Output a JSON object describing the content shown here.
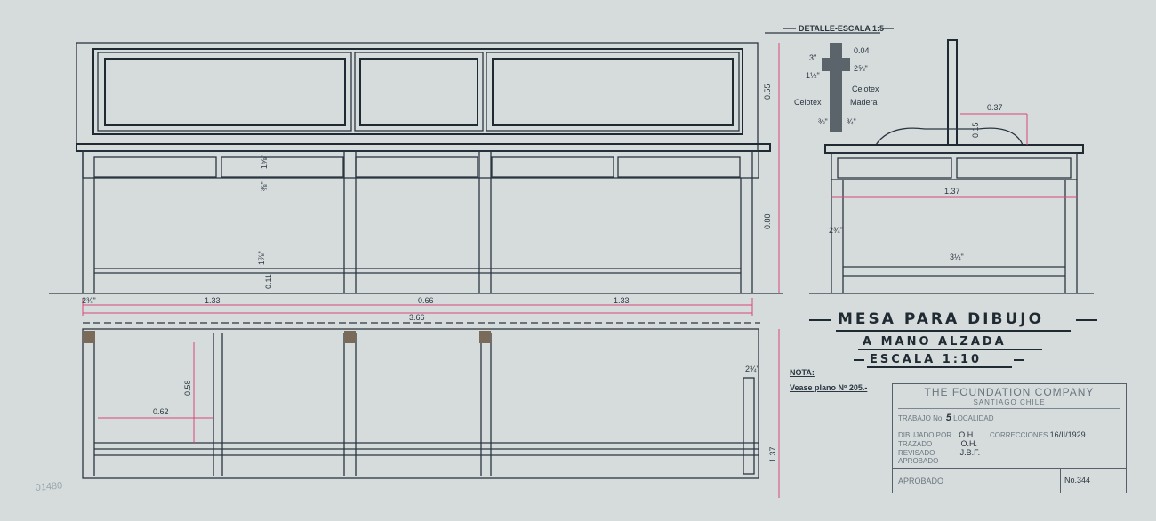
{
  "title": {
    "line1": "MESA PARA DIBUJO",
    "line2": "A MANO ALZADA",
    "line3": "ESCALA 1:10"
  },
  "detail": {
    "heading": "DETALLE-ESCALA 1:5",
    "labels": [
      "Celotex",
      "Celotex",
      "Madera"
    ],
    "dims": [
      "3\"",
      "1½\"",
      "0.04",
      "2⅝\"",
      "⅜\"",
      "¾\""
    ]
  },
  "note": {
    "label": "NOTA:",
    "text": "Vease plano Nº 205.-"
  },
  "title_block": {
    "company": "THE FOUNDATION COMPANY",
    "city": "SANTIAGO CHILE",
    "trabajo_label": "TRABAJO No.",
    "trabajo_value": "5",
    "localidad_label": "LOCALIDAD",
    "dibujado_label": "DIBUJADO POR",
    "dibujado_value": "O.H.",
    "correcciones_label": "CORRECCIONES",
    "correcciones_value": "16/II/1929",
    "trazado_label": "TRAZADO",
    "trazado_value": "O.H.",
    "revisado_label": "REVISADO",
    "revisado_value": "J.B.F.",
    "aprobado_label": "APROBADO",
    "aprobado_footer": "APROBADO",
    "number": "No.344"
  },
  "dimensions": {
    "front": {
      "height_top": "0.55",
      "height_table": "0.80",
      "span_left": "1.33",
      "span_mid": "0.66",
      "span_right": "1.33",
      "total": "3.66",
      "leg": "2¾\"",
      "rail": "0.11",
      "drawer_a": "1⅝\"",
      "drawer_b": "⅜\"",
      "stretcher": "1⅞\""
    },
    "side": {
      "width": "1.37",
      "top_w": "0.37",
      "top_h": "0.15",
      "leg": "2¾\"",
      "stretcher": "3¼\""
    },
    "plan": {
      "w": "0.62",
      "h": "0.58",
      "depth": "1.37",
      "leg": "2¾\""
    }
  },
  "stamp": "01480"
}
